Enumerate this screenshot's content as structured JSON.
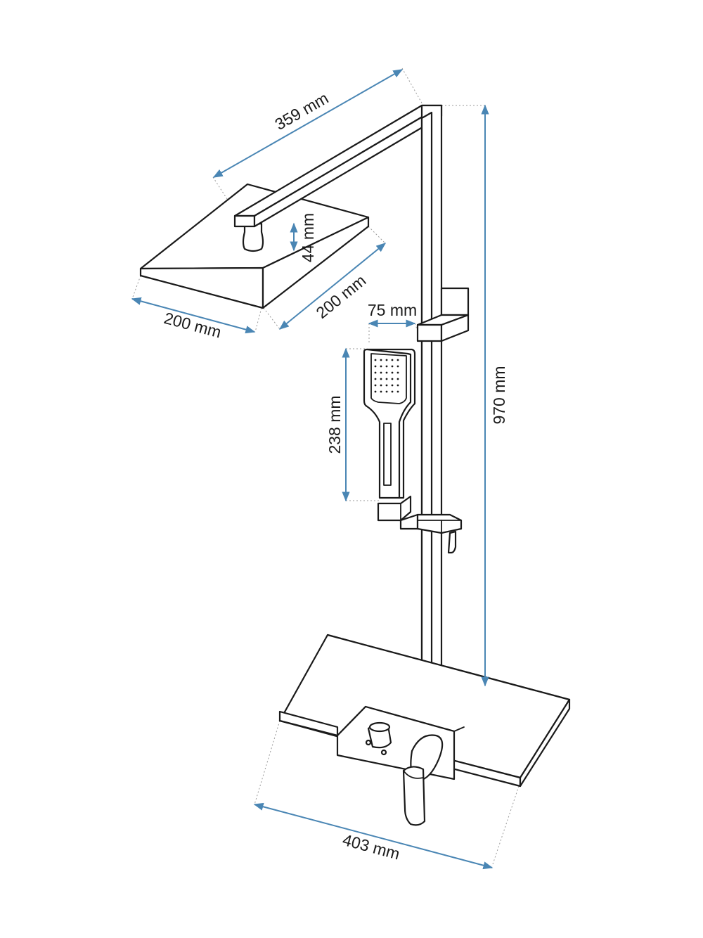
{
  "dimensions": {
    "arm_length": "359 mm",
    "head_height": "44 mm",
    "head_depth": "200 mm",
    "head_width": "200 mm",
    "handshower_offset": "75 mm",
    "handshower_length": "238 mm",
    "total_height": "970 mm",
    "shelf_width": "403 mm"
  },
  "colors": {
    "outline": "#1a1a1a",
    "dimension_line": "#4a86b4",
    "extension_line": "#9a9a9a",
    "background": "#ffffff"
  }
}
